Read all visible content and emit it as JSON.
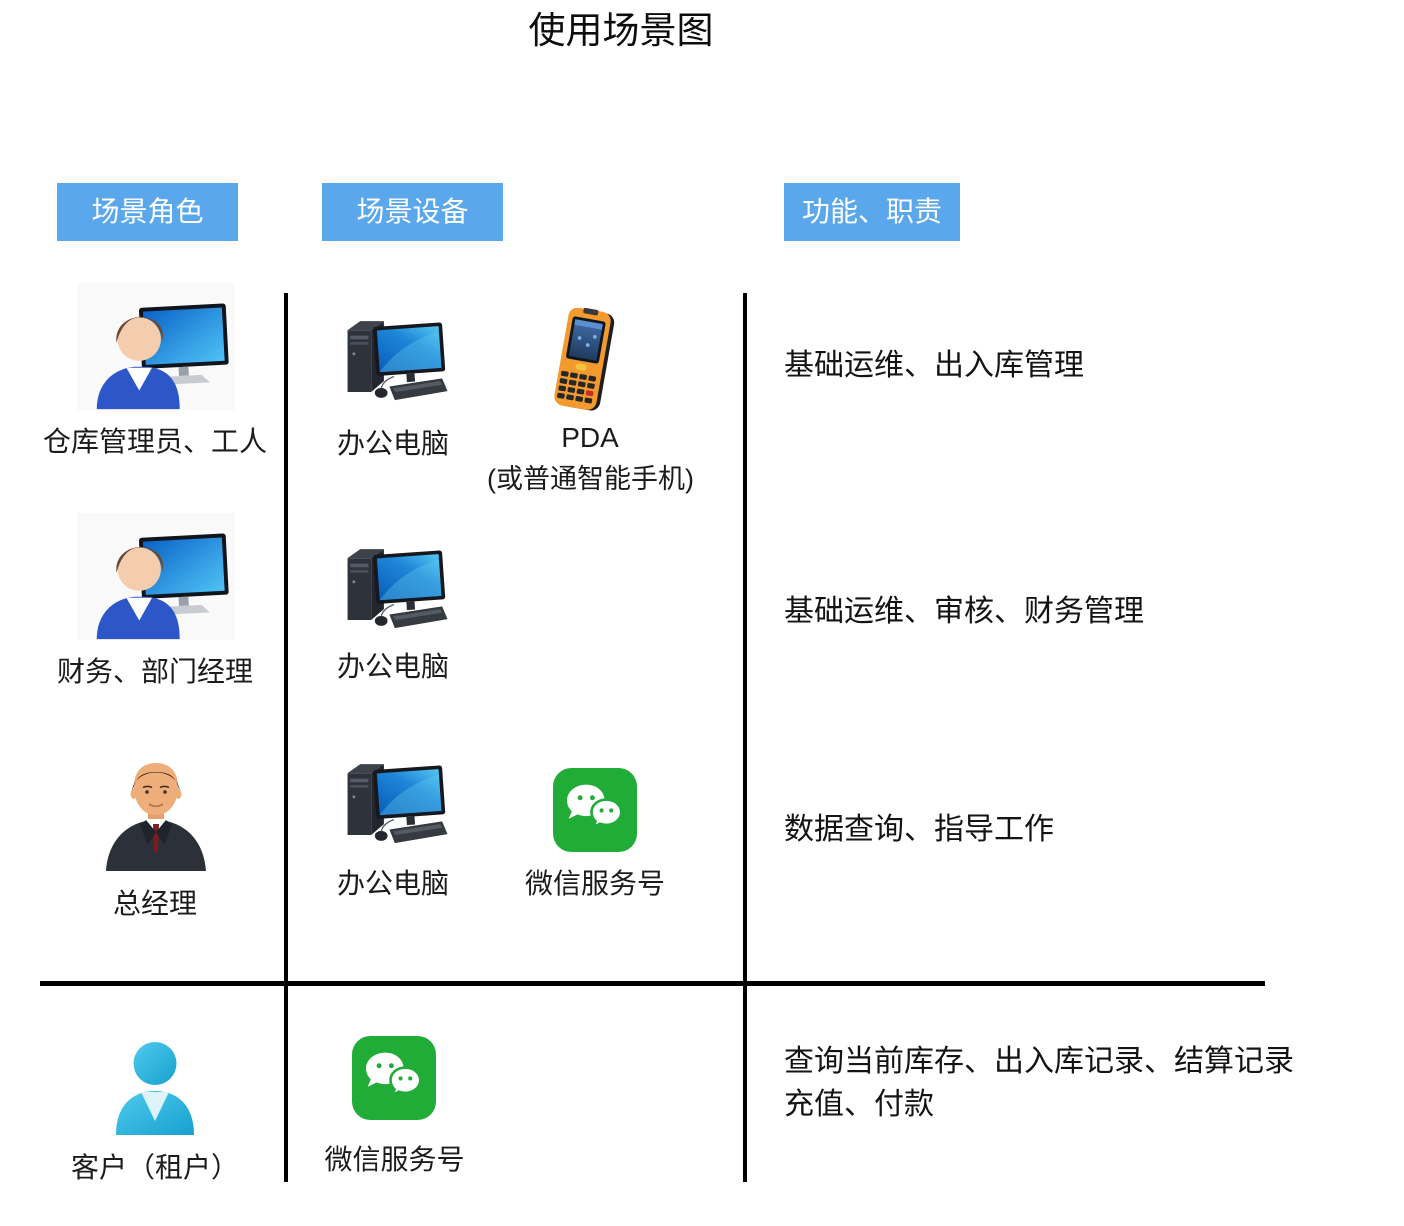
{
  "title": "使用场景图",
  "headers": {
    "roles": "场景角色",
    "devices": "场景设备",
    "functions": "功能、职责"
  },
  "rows": {
    "warehouse": {
      "role": "仓库管理员、工人",
      "device_pc": "办公电脑",
      "device_pda": "PDA",
      "device_pda_note": "(或普通智能手机)",
      "functions": "基础运维、出入库管理"
    },
    "finance": {
      "role": "财务、部门经理",
      "device_pc": "办公电脑",
      "functions": "基础运维、审核、财务管理"
    },
    "manager": {
      "role": "总经理",
      "device_pc": "办公电脑",
      "device_wechat": "微信服务号",
      "functions": "数据查询、指导工作"
    },
    "customer": {
      "role": "客户（租户）",
      "device_wechat": "微信服务号",
      "functions_line1": "查询当前库存、出入库记录、结算记录",
      "functions_line2": "充值、付款"
    }
  },
  "icons": {
    "role_staff": "person-at-computer-icon",
    "office_pc": "desktop-computer-icon",
    "pda": "pda-handheld-icon",
    "wechat": "wechat-icon",
    "manager": "businessman-avatar-icon",
    "customer": "customer-person-icon"
  },
  "colors": {
    "header_bg": "#5aa7ec",
    "header_text": "#ffffff",
    "wechat_green": "#21ac38",
    "pda_orange": "#f39a2e",
    "customer_cyan": "#2cb9e0",
    "divider": "#000000"
  }
}
